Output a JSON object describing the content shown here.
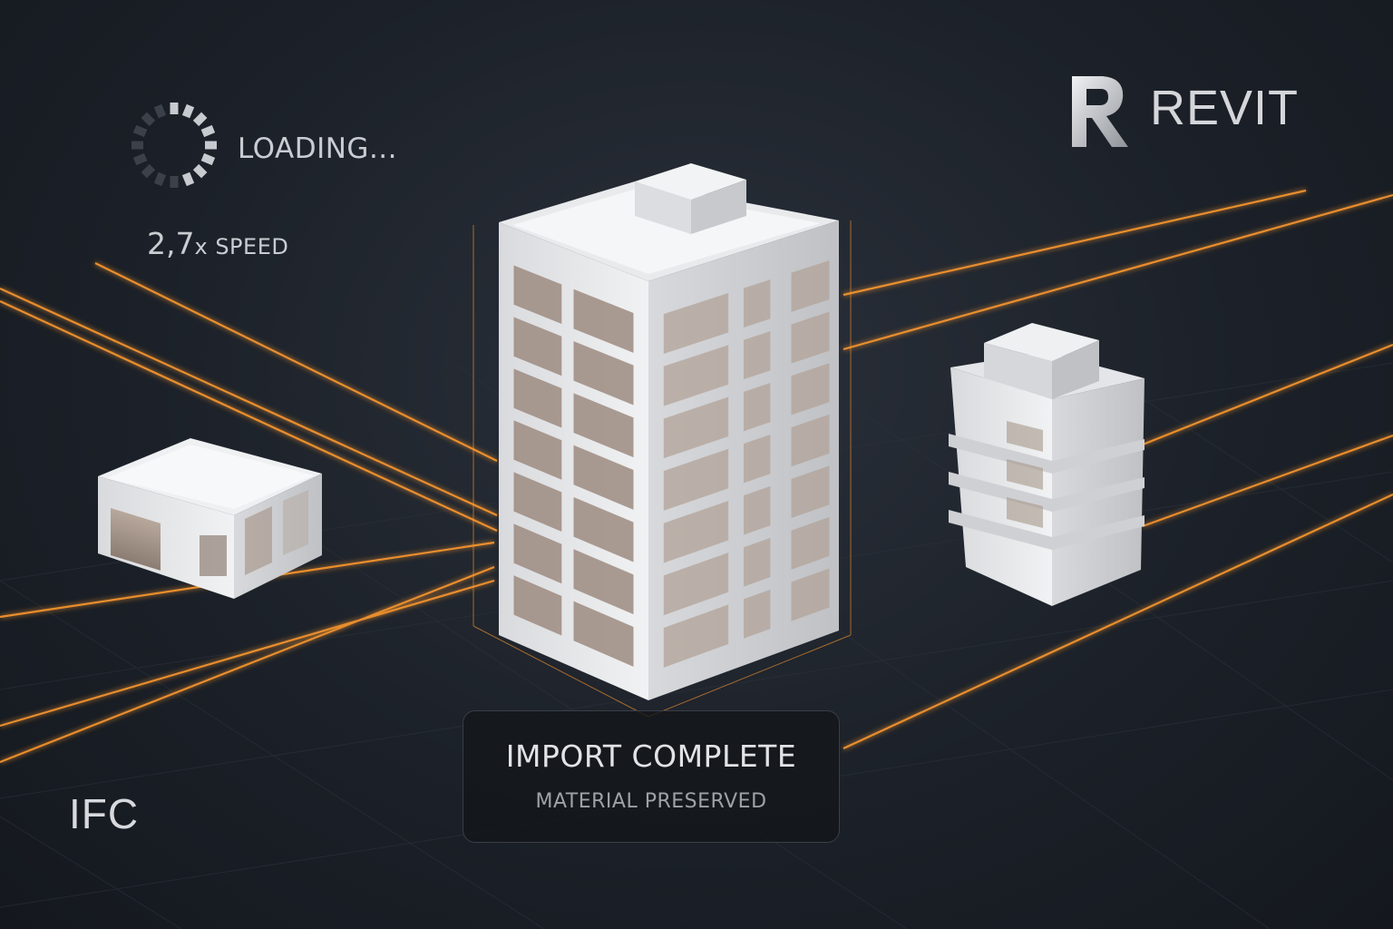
{
  "loading": {
    "text": "LOADING...",
    "progress_fraction": 0.5
  },
  "speed": {
    "value": "2,7",
    "unit": "x SPEED"
  },
  "brand": {
    "logo_letter": "R",
    "name": "REVIT"
  },
  "format_label": "IFC",
  "import_panel": {
    "title": "IMPORT COMPLETE",
    "subtitle": "MATERIAL PRESERVED"
  },
  "colors": {
    "background": "#1c2129",
    "accent_orange": "#ff9a2e",
    "building": "#e8e9eb",
    "text": "#c9ccd1"
  },
  "icons": [
    "loading-spinner-icon",
    "revit-logo-icon"
  ]
}
